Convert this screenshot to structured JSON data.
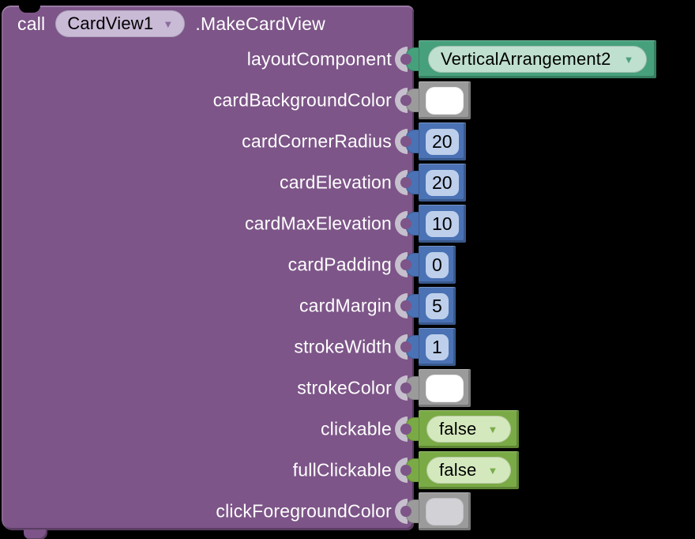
{
  "colors": {
    "canvas_bg": "#000000",
    "block_purple": "#7d5588",
    "component_green": "#46a07c",
    "math_blue": "#4a72b4",
    "color_gray": "#9b9b9b",
    "logic_lime": "#7aaa45"
  },
  "icons": {
    "dropdown_arrow": "▼"
  },
  "call_block": {
    "keyword": "call",
    "component": "CardView1",
    "method": ".MakeCardView"
  },
  "params": [
    {
      "label": "layoutComponent",
      "type": "component_dropdown",
      "value": "VerticalArrangement2"
    },
    {
      "label": "cardBackgroundColor",
      "type": "color",
      "value_color": "#ffffff"
    },
    {
      "label": "cardCornerRadius",
      "type": "number",
      "value": "20"
    },
    {
      "label": "cardElevation",
      "type": "number",
      "value": "20"
    },
    {
      "label": "cardMaxElevation",
      "type": "number",
      "value": "10"
    },
    {
      "label": "cardPadding",
      "type": "number",
      "value": "0"
    },
    {
      "label": "cardMargin",
      "type": "number",
      "value": "5"
    },
    {
      "label": "strokeWidth",
      "type": "number",
      "value": "1"
    },
    {
      "label": "strokeColor",
      "type": "color",
      "value_color": "#ffffff"
    },
    {
      "label": "clickable",
      "type": "boolean_dropdown",
      "value": "false"
    },
    {
      "label": "fullClickable",
      "type": "boolean_dropdown",
      "value": "false"
    },
    {
      "label": "clickForegroundColor",
      "type": "color",
      "value_color": "#d2d2d6"
    }
  ]
}
